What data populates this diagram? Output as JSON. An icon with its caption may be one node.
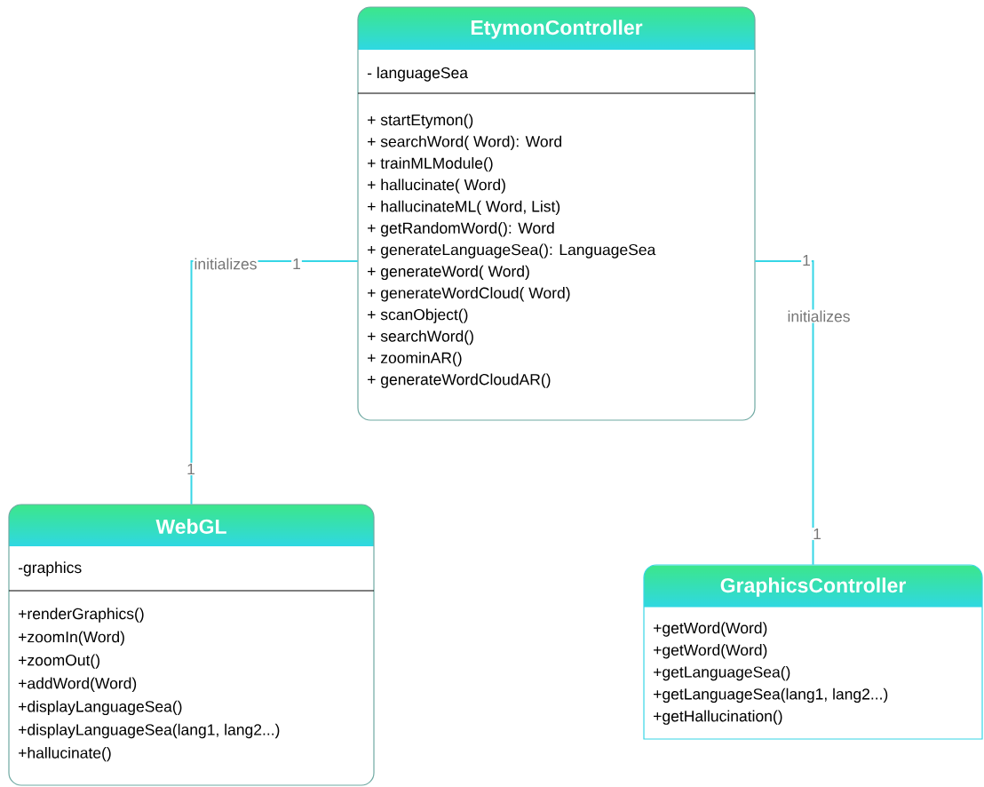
{
  "diagram": {
    "nodes": [
      {
        "text": [
          "EtymonController",
          "- languageSea",
          "+ startEtymon()",
          "+ searchWord( Word): Word",
          "+ trainMLModule()",
          "+ hallucinate( Word)",
          "+ hallucinateML( Word, List)",
          "+ getRandomWord(): Word",
          "+ generateLanguageSea(): LanguageSea",
          "+ generateWord( Word)",
          "+ generateWordCloud( Word)",
          "+ scanObject()",
          "+ searchWord()",
          "+ zoominAR()",
          "+ generateWordCloudAR()"
        ]
      },
      {
        "text": [
          "WebGL",
          "-graphics",
          "+renderGraphics()",
          "+zoomIn(Word)",
          "+zoomOut()",
          "+addWord(Word)",
          "+displayLanguageSea()",
          "+displayLanguageSea(lang1, lang2...)",
          "+hallucinate()"
        ]
      },
      {
        "text": [
          "GraphicsController",
          "+getWord(Word)",
          "+getWord(Word)",
          "+getLanguageSea()",
          "+getLanguageSea(lang1, lang2...)",
          "+getHallucination()"
        ]
      }
    ],
    "edges": [
      {
        "from": 0,
        "to": 1,
        "arrow": "none",
        "label": "initializes"
      },
      {
        "from": 0,
        "to": 2,
        "arrow": "none",
        "label": "initializes"
      }
    ],
    "labels": [
      "1",
      "1",
      "1",
      "1"
    ]
  }
}
